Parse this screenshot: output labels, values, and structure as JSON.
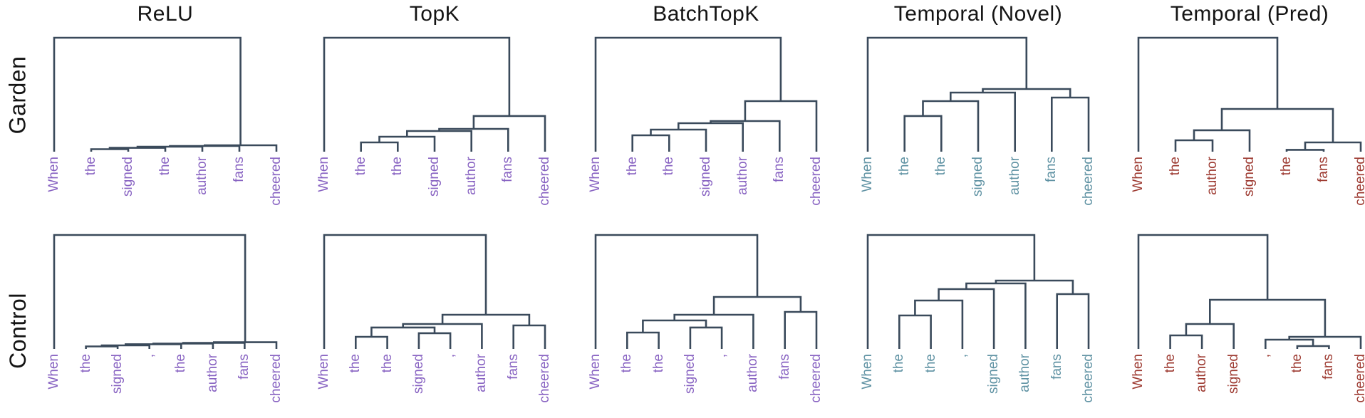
{
  "figure": {
    "background": "#ffffff",
    "row_labels": [
      "Garden",
      "Control"
    ],
    "col_titles": [
      "ReLU",
      "TopK",
      "BatchTopK",
      "Temporal (Novel)",
      "Temporal (Pred)"
    ]
  },
  "colors": {
    "link": "#3a4a5b",
    "heading": "#141414",
    "purple": "#8863c2",
    "teal": "#5f92a3",
    "red": "#9d3a31"
  },
  "chart_data": {
    "type": "dendrogram-grid",
    "title": "",
    "row_labels": [
      "Garden",
      "Control"
    ],
    "col_titles": [
      "ReLU",
      "TopK",
      "BatchTopK",
      "Temporal (Novel)",
      "Temporal (Pred)"
    ],
    "height_scale": "normalized merge heights, 0 = leaf baseline, 1 = root bar",
    "grid": "2 rows (Garden, Control) x 5 columns (methods)",
    "panels": [
      {
        "method": "ReLU",
        "condition": "Garden",
        "row": 0,
        "col": 0,
        "leaf_color_key": "purple",
        "leaves": [
          "When",
          "the",
          "signed",
          "the",
          "author",
          "fans",
          "cheered"
        ],
        "merges": [
          [
            1,
            2,
            0.022
          ],
          [
            7,
            3,
            0.034
          ],
          [
            8,
            4,
            0.044
          ],
          [
            9,
            5,
            0.05
          ],
          [
            10,
            6,
            0.056
          ],
          [
            0,
            11,
            1.0
          ]
        ]
      },
      {
        "method": "TopK",
        "condition": "Garden",
        "row": 0,
        "col": 1,
        "leaf_color_key": "purple",
        "leaves": [
          "When",
          "the",
          "the",
          "signed",
          "author",
          "fans",
          "cheered"
        ],
        "merges": [
          [
            1,
            2,
            0.081
          ],
          [
            7,
            3,
            0.131
          ],
          [
            8,
            4,
            0.181
          ],
          [
            9,
            5,
            0.2
          ],
          [
            10,
            6,
            0.313
          ],
          [
            0,
            11,
            1.0
          ]
        ]
      },
      {
        "method": "BatchTopK",
        "condition": "Garden",
        "row": 0,
        "col": 2,
        "leaf_color_key": "purple",
        "leaves": [
          "When",
          "the",
          "the",
          "signed",
          "author",
          "fans",
          "cheered"
        ],
        "merges": [
          [
            1,
            2,
            0.144
          ],
          [
            7,
            3,
            0.194
          ],
          [
            8,
            4,
            0.25
          ],
          [
            9,
            5,
            0.269
          ],
          [
            10,
            6,
            0.444
          ],
          [
            0,
            11,
            1.0
          ]
        ]
      },
      {
        "method": "Temporal (Novel)",
        "condition": "Garden",
        "row": 0,
        "col": 3,
        "leaf_color_key": "teal",
        "leaves": [
          "When",
          "the",
          "the",
          "signed",
          "author",
          "fans",
          "cheered"
        ],
        "merges": [
          [
            1,
            2,
            0.313
          ],
          [
            7,
            3,
            0.444
          ],
          [
            8,
            4,
            0.519
          ],
          [
            5,
            6,
            0.475
          ],
          [
            9,
            10,
            0.55
          ],
          [
            0,
            11,
            1.0
          ]
        ]
      },
      {
        "method": "Temporal (Pred)",
        "condition": "Garden",
        "row": 0,
        "col": 4,
        "leaf_color_key": "red",
        "leaves": [
          "When",
          "the",
          "author",
          "signed",
          "the",
          "fans",
          "cheered"
        ],
        "merges": [
          [
            4,
            5,
            0.016
          ],
          [
            1,
            2,
            0.1
          ],
          [
            7,
            6,
            0.081
          ],
          [
            8,
            3,
            0.188
          ],
          [
            10,
            9,
            0.375
          ],
          [
            0,
            11,
            1.0
          ]
        ]
      },
      {
        "method": "ReLU",
        "condition": "Control",
        "row": 1,
        "col": 0,
        "leaf_color_key": "purple",
        "leaves": [
          "When",
          "the",
          "signed",
          ",",
          "the",
          "author",
          "fans",
          "cheered"
        ],
        "merges": [
          [
            1,
            2,
            0.022
          ],
          [
            8,
            3,
            0.031
          ],
          [
            9,
            4,
            0.041
          ],
          [
            10,
            5,
            0.047
          ],
          [
            11,
            6,
            0.053
          ],
          [
            12,
            7,
            0.059
          ],
          [
            0,
            13,
            1.0
          ]
        ]
      },
      {
        "method": "TopK",
        "condition": "Control",
        "row": 1,
        "col": 1,
        "leaf_color_key": "purple",
        "leaves": [
          "When",
          "the",
          "the",
          "signed",
          ",",
          "author",
          "fans",
          "cheered"
        ],
        "merges": [
          [
            1,
            2,
            0.106
          ],
          [
            3,
            4,
            0.138
          ],
          [
            8,
            9,
            0.188
          ],
          [
            10,
            5,
            0.219
          ],
          [
            6,
            7,
            0.206
          ],
          [
            11,
            12,
            0.3
          ],
          [
            0,
            13,
            1.0
          ]
        ]
      },
      {
        "method": "BatchTopK",
        "condition": "Control",
        "row": 1,
        "col": 2,
        "leaf_color_key": "purple",
        "leaves": [
          "When",
          "the",
          "the",
          "signed",
          ",",
          "author",
          "fans",
          "cheered"
        ],
        "merges": [
          [
            1,
            2,
            0.144
          ],
          [
            3,
            4,
            0.188
          ],
          [
            8,
            9,
            0.25
          ],
          [
            10,
            5,
            0.3
          ],
          [
            6,
            7,
            0.325
          ],
          [
            11,
            12,
            0.456
          ],
          [
            0,
            13,
            1.0
          ]
        ]
      },
      {
        "method": "Temporal (Novel)",
        "condition": "Control",
        "row": 1,
        "col": 3,
        "leaf_color_key": "teal",
        "leaves": [
          "When",
          "the",
          "the",
          ",",
          "signed",
          "author",
          "fans",
          "cheered"
        ],
        "merges": [
          [
            1,
            2,
            0.294
          ],
          [
            8,
            3,
            0.425
          ],
          [
            9,
            4,
            0.525
          ],
          [
            10,
            5,
            0.575
          ],
          [
            6,
            7,
            0.481
          ],
          [
            11,
            12,
            0.6
          ],
          [
            0,
            13,
            1.0
          ]
        ]
      },
      {
        "method": "Temporal (Pred)",
        "condition": "Control",
        "row": 1,
        "col": 4,
        "leaf_color_key": "red",
        "leaves": [
          "When",
          "the",
          "author",
          "signed",
          ",",
          "the",
          "fans",
          "cheered"
        ],
        "merges": [
          [
            5,
            6,
            0.025
          ],
          [
            4,
            8,
            0.081
          ],
          [
            9,
            7,
            0.106
          ],
          [
            1,
            2,
            0.119
          ],
          [
            11,
            3,
            0.219
          ],
          [
            12,
            10,
            0.431
          ],
          [
            0,
            13,
            1.0
          ]
        ]
      }
    ]
  }
}
